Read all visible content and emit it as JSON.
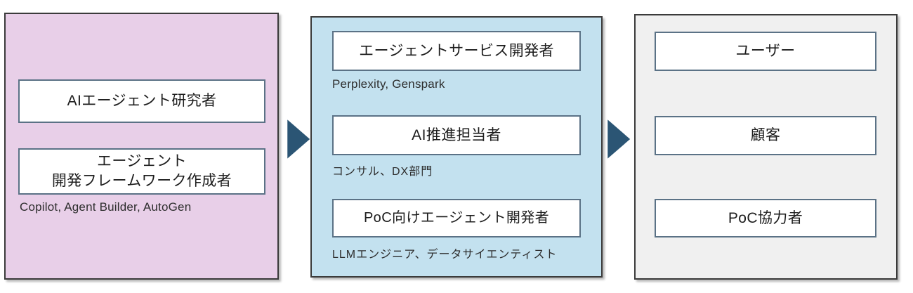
{
  "diagram": {
    "type": "three-stage-flow",
    "title": "",
    "colors": {
      "stage1_fill": "#e8cfe8",
      "stage2_fill": "#c3e1ef",
      "stage3_fill": "#f0f0f0",
      "panel_border": "#3b3b3b",
      "box_border": "#5b7286",
      "box_fill": "#ffffff",
      "arrow_fill": "#2b5574",
      "text": "#1d1d1d"
    },
    "stages": [
      {
        "id": "stage-researchers",
        "fill": "#e8cfe8",
        "items": [
          {
            "label": "AIエージェント研究者",
            "caption": ""
          },
          {
            "label": "エージェント\n開発フレームワーク作成者",
            "caption": "Copilot, Agent Builder, AutoGen"
          }
        ]
      },
      {
        "id": "stage-developers",
        "fill": "#c3e1ef",
        "items": [
          {
            "label": "エージェントサービス開発者",
            "caption": "Perplexity, Genspark"
          },
          {
            "label": "AI推進担当者",
            "caption": "コンサル、DX部門"
          },
          {
            "label": "PoC向けエージェント開発者",
            "caption": "LLMエンジニア、データサイエンティスト"
          }
        ]
      },
      {
        "id": "stage-consumers",
        "fill": "#f0f0f0",
        "items": [
          {
            "label": "ユーザー",
            "caption": ""
          },
          {
            "label": "顧客",
            "caption": ""
          },
          {
            "label": "PoC協力者",
            "caption": ""
          }
        ]
      }
    ],
    "arrows": [
      {
        "id": "arrow-1",
        "direction": "right",
        "from": "stage-researchers",
        "to": "stage-developers"
      },
      {
        "id": "arrow-2",
        "direction": "right",
        "from": "stage-developers",
        "to": "stage-consumers"
      }
    ]
  }
}
